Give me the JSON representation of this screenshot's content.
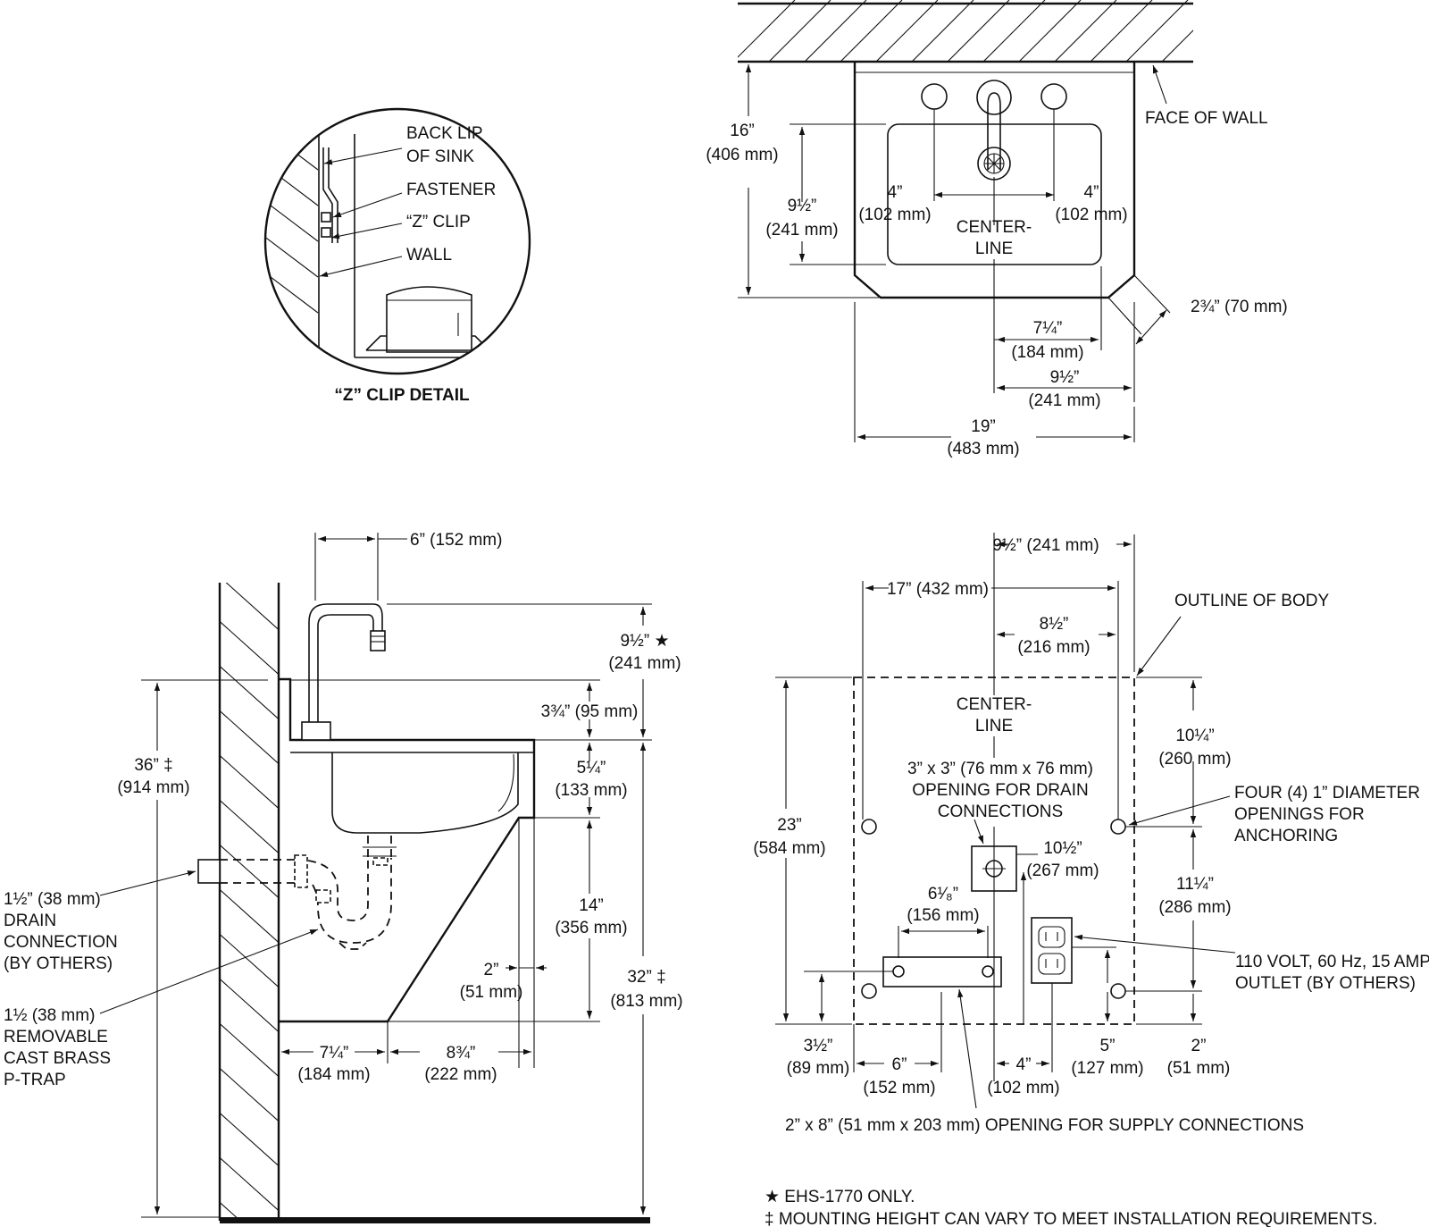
{
  "z_clip_detail": {
    "title": "“Z” CLIP DETAIL",
    "labels": {
      "back_lip_1": "BACK LIP",
      "back_lip_2": "OF SINK",
      "fastener": "FASTENER",
      "z_clip": "“Z” CLIP",
      "wall": "WALL"
    }
  },
  "top_view": {
    "face_of_wall": "FACE OF WALL",
    "centerline_1": "CENTER-",
    "centerline_2": "LINE",
    "dims": {
      "depth_in": "16”",
      "depth_mm": "(406 mm)",
      "bowl_in": "9½”",
      "bowl_mm": "(241 mm)",
      "left_hole_in": "4”",
      "left_hole_mm": "(102 mm)",
      "right_hole_in": "4”",
      "right_hole_mm": "(102 mm)",
      "chamfer": "2¾” (70 mm)",
      "half_bowl_in": "7¼”",
      "half_bowl_mm": "(184 mm)",
      "half_width_in": "9½”",
      "half_width_mm": "(241 mm)",
      "width_in": "19”",
      "width_mm": "(483 mm)"
    }
  },
  "side_view": {
    "dims": {
      "spout_reach": "6” (152 mm)",
      "spout_height_in": "9½” ★",
      "spout_height_mm": "(241 mm)",
      "splash_height": "3¾” (95 mm)",
      "mount_in": "36” ‡",
      "mount_mm": "(914 mm)",
      "bowl_depth_in": "5¼”",
      "bowl_depth_mm": "(133 mm)",
      "apron_in": "14”",
      "apron_mm": "(356 mm)",
      "lip_in": "2”",
      "lip_mm": "(51 mm)",
      "rim_in": "32” ‡",
      "rim_mm": "(813 mm)",
      "base_left_in": "7¼”",
      "base_left_mm": "(184 mm)",
      "base_right_in": "8¾”",
      "base_right_mm": "(222 mm)"
    },
    "drain_label": [
      "1½” (38 mm)",
      "DRAIN",
      "CONNECTION",
      "(BY OTHERS)"
    ],
    "ptrap_label": [
      "1½ (38 mm)",
      "REMOVABLE",
      "CAST BRASS",
      "P-TRAP"
    ]
  },
  "rough_in": {
    "outline_of_body": "OUTLINE OF BODY",
    "centerline_1": "CENTER-",
    "centerline_2": "LINE",
    "drain_opening": [
      "3” x 3” (76 mm x 76 mm)",
      "OPENING FOR DRAIN",
      "CONNECTIONS"
    ],
    "anchoring": [
      "FOUR (4) 1” DIAMETER",
      "OPENINGS FOR",
      " ANCHORING"
    ],
    "outlet": [
      "110 VOLT, 60 Hz, 15 AMP",
      "OUTLET (BY OTHERS)"
    ],
    "supply_opening": "2” x 8” (51 mm x 203 mm) OPENING FOR SUPPLY CONNECTIONS",
    "dims": {
      "right_offset": "9½” (241 mm)",
      "total_width": "17” (432 mm)",
      "anchor_offset_in": "8½”",
      "anchor_offset_mm": "(216 mm)",
      "height_in": "23”",
      "height_mm": "(584 mm)",
      "top_anchor_in": "10¼”",
      "top_anchor_mm": "(260 mm)",
      "anchor_span_in": "11¼”",
      "anchor_span_mm": "(286 mm)",
      "drain_height_in": "10½”",
      "drain_height_mm": "(267 mm)",
      "supply_width_in": "6¹⁄₈”",
      "supply_width_mm": "(156 mm)",
      "supply_height_in": "3½”",
      "supply_height_mm": "(89 mm)",
      "supply_left_in": "6”",
      "supply_left_mm": "(152 mm)",
      "outlet_offset_in": "4”",
      "outlet_offset_mm": "(102 mm)",
      "outlet_height_in": "5”",
      "outlet_height_mm": "(127 mm)",
      "bottom_anchor_in": "2”",
      "bottom_anchor_mm": "(51 mm)"
    }
  },
  "notes": [
    "★ EHS-1770 ONLY.",
    "‡ MOUNTING HEIGHT CAN VARY TO MEET INSTALLATION REQUIREMENTS."
  ]
}
